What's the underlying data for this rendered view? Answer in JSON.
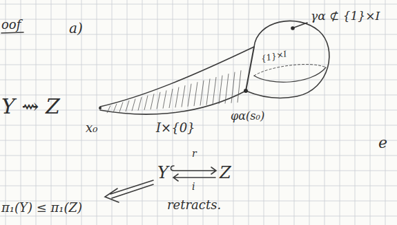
{
  "diagram": {
    "labels": [
      "oof",
      "a)",
      "Y ⇝ Z",
      "x₀",
      "I×{0}",
      "{1}×I",
      "γα ⊄ {1}×I",
      "φα(s₀)",
      "e",
      "Y",
      "Z",
      "r",
      "i",
      "retracts.",
      "π₁(Y) ≤ π₁(Z)"
    ]
  }
}
